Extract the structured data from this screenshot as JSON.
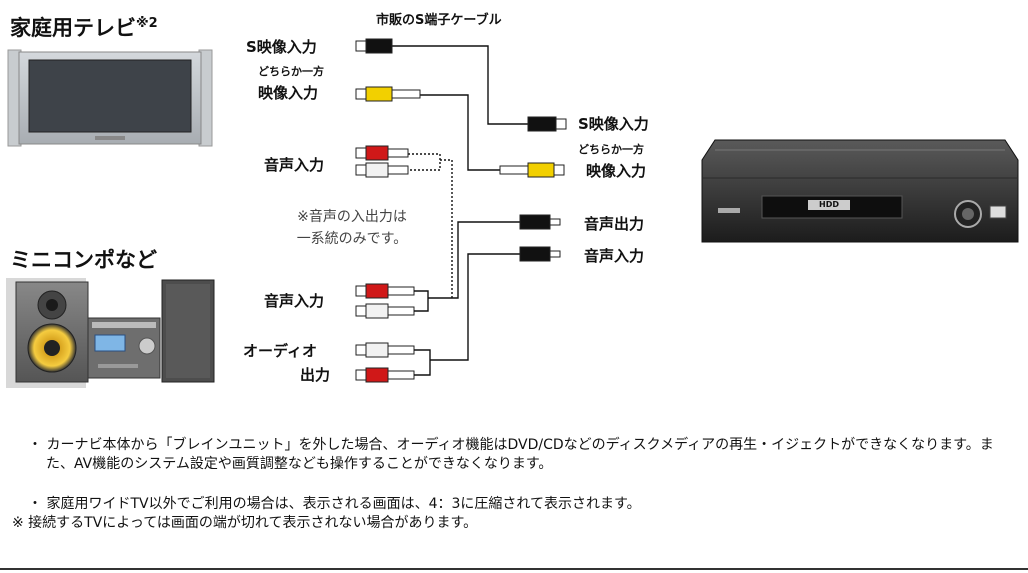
{
  "tv": {
    "title": "家庭用テレビ",
    "sup": "※2"
  },
  "combo": {
    "title": "ミニコンポなど"
  },
  "cable": {
    "title": "市販のS端子ケーブル"
  },
  "tv_inputs": {
    "s_video": "S映像入力",
    "either": "どちらか一方",
    "video": "映像入力",
    "audio": "音声入力"
  },
  "note": {
    "line1": "※音声の入出力は",
    "line2": "一系統のみです。"
  },
  "combo_io": {
    "audio_in": "音声入力",
    "audio_out_1": "オーディオ",
    "audio_out_2": "出力"
  },
  "unit_ports": {
    "s_video": "S映像入力",
    "either": "どちらか一方",
    "video": "映像入力",
    "audio_out": "音声出力",
    "audio_in": "音声入力"
  },
  "device": {
    "display": "HDD"
  },
  "footnotes": [
    "・ カーナビ本体から「ブレインユニット」を外した場合、オーディオ機能はDVD/CDなどのディスクメディアの再生・イジェクトができなくなります。また、AV機能のシステム設定や画質調整なども操作することができなくなります。",
    "・ 家庭用ワイドTV以外でご利用の場合は、表示される画面は、4：3に圧縮されて表示されます。",
    "※ 接続するTVによっては画面の端が切れて表示されない場合があります。"
  ],
  "colors": {
    "yellow": "#f2d000",
    "red": "#d01818",
    "black": "#111111",
    "white_plug": "#f2f2f2"
  }
}
